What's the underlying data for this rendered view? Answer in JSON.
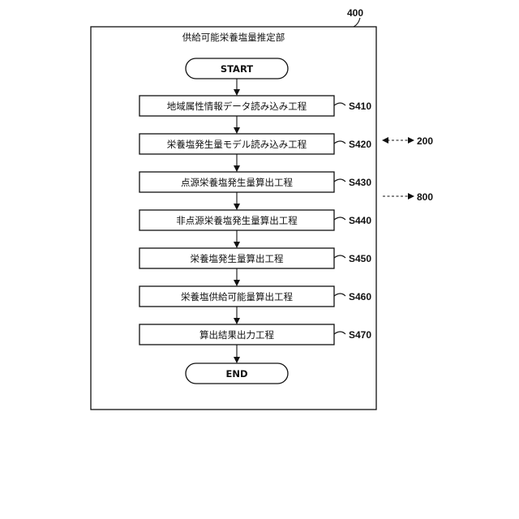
{
  "diagram": {
    "ref_number": "400",
    "title": "供給可能栄養塩量推定部",
    "start_label": "START",
    "end_label": "END",
    "steps": [
      {
        "id": "S410",
        "label": "地域属性情報データ読み込み工程"
      },
      {
        "id": "S420",
        "label": "栄養塩発生量モデル読み込み工程"
      },
      {
        "id": "S430",
        "label": "点源栄養塩発生量算出工程"
      },
      {
        "id": "S440",
        "label": "非点源栄養塩発生量算出工程"
      },
      {
        "id": "S450",
        "label": "栄養塩発生量算出工程"
      },
      {
        "id": "S460",
        "label": "栄養塩供給可能量算出工程"
      },
      {
        "id": "S470",
        "label": "算出結果出力工程"
      }
    ],
    "external_links": [
      {
        "label": "200",
        "style": "bidirectional dashed arrow"
      },
      {
        "label": "800",
        "style": "dashed arrow"
      }
    ]
  }
}
